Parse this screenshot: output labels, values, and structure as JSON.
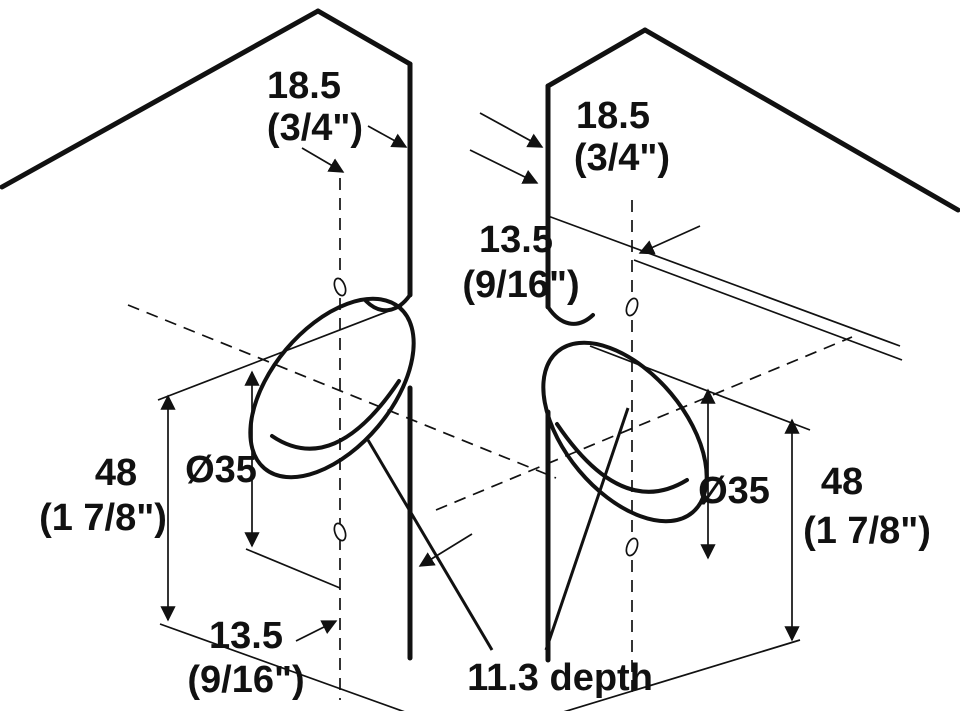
{
  "drawing": {
    "type": "technical-dimension-diagram",
    "subject": "cabinet hinge cup drilling dimensions, two mirrored panels",
    "units": "mm (inches)"
  },
  "colors": {
    "line": "#111111",
    "background": "#ffffff"
  },
  "labels": {
    "left": {
      "top_mm": "18.5",
      "top_in": "(3/4\")",
      "height_mm": "48",
      "height_in": "(1 7/8\")",
      "dia": "Ø35",
      "bottom_mm": "13.5",
      "bottom_in": "(9/16\")"
    },
    "right": {
      "top_mm": "18.5",
      "top_in": "(3/4\")",
      "offset_mm": "13.5",
      "offset_in": "(9/16\")",
      "dia": "Ø35",
      "height_mm": "48",
      "height_in": "(1 7/8\")"
    },
    "depth": "11.3 depth"
  }
}
